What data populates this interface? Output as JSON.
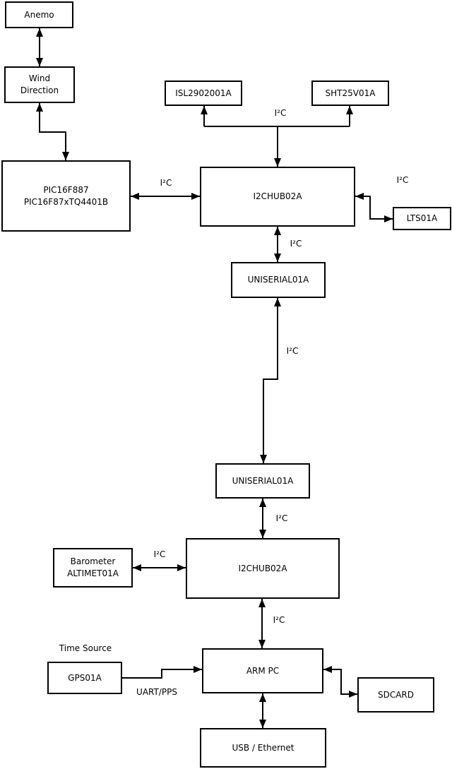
{
  "diagram": {
    "nodes": {
      "anemo": {
        "label": "Anemo"
      },
      "wind_direction": {
        "line1": "Wind",
        "line2": "Direction"
      },
      "pic": {
        "line1": "PIC16F887",
        "line2": "PIC16F87xTQ4401B"
      },
      "isl": {
        "label": "ISL2902001A"
      },
      "sht": {
        "label": "SHT25V01A"
      },
      "i2c_hub_top": {
        "label": "I2CHUB02A"
      },
      "lts": {
        "label": "LTS01A"
      },
      "uniserial_top": {
        "label": "UNISERIAL01A"
      },
      "uniserial_bottom": {
        "label": "UNISERIAL01A"
      },
      "barometer": {
        "line1": "Barometer",
        "line2": "ALTIMET01A"
      },
      "i2c_hub_bottom": {
        "label": "I2CHUB02A"
      },
      "gps": {
        "label": "GPS01A"
      },
      "arm_pc": {
        "label": "ARM PC"
      },
      "sdcard": {
        "label": "SDCARD"
      },
      "usb_ethernet": {
        "label": "USB / Ethernet"
      }
    },
    "edge_labels": {
      "i2c": "I²C",
      "uart_pps": "UART/PPS",
      "time_source": "Time Source"
    },
    "colors": {
      "line": "#000000",
      "background": "#ffffff",
      "text": "#000000"
    }
  }
}
